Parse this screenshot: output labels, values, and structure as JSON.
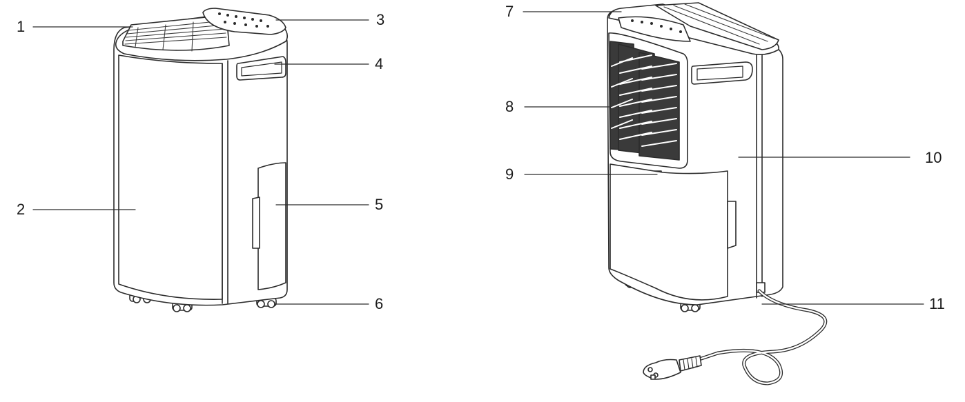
{
  "callouts": [
    {
      "id": "1",
      "label": "1"
    },
    {
      "id": "2",
      "label": "2"
    },
    {
      "id": "3",
      "label": "3"
    },
    {
      "id": "4",
      "label": "4"
    },
    {
      "id": "5",
      "label": "5"
    },
    {
      "id": "6",
      "label": "6"
    },
    {
      "id": "7",
      "label": "7"
    },
    {
      "id": "8",
      "label": "8"
    },
    {
      "id": "9",
      "label": "9"
    },
    {
      "id": "10",
      "label": "10"
    },
    {
      "id": "11",
      "label": "11"
    }
  ],
  "colors": {
    "line": "#2b2b2b",
    "label": "#1a1a1a",
    "fill": "#ffffff",
    "vent": "#3a3a3a"
  }
}
